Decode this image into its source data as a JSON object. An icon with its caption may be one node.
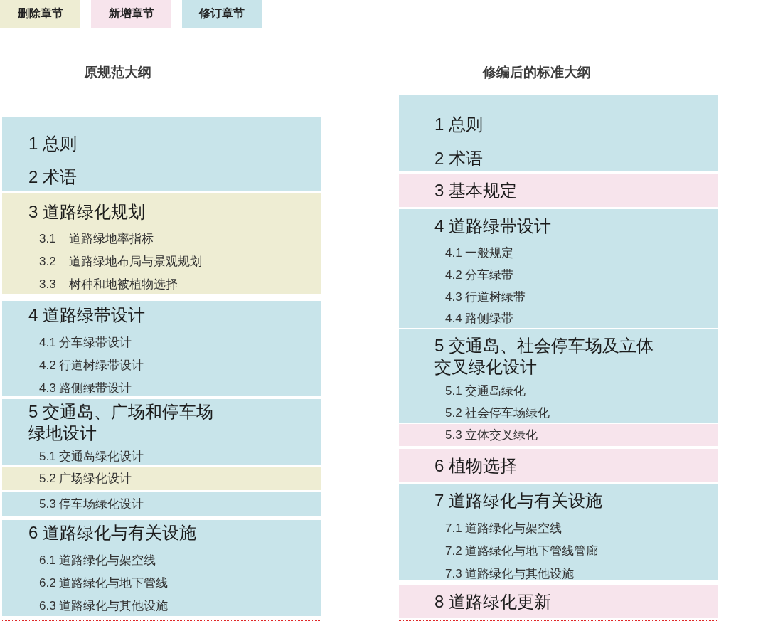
{
  "diagram": {
    "nodes": [
      {
        "text": [
          "原规范大纲"
        ]
      },
      {
        "text": [
          "1 总则"
        ],
        "in": 0
      },
      {
        "text": [
          "2 术语"
        ],
        "in": 0
      },
      {
        "text": [
          "3 道路绿化规划",
          "3.1 道路绿地率指标",
          "3.2 道路绿地布局与景观规划",
          "3.3 树种和地被植物选择"
        ],
        "in": 0
      },
      {
        "text": [
          "4 道路绿带设计",
          "4.1 分车绿带设计",
          "4.2 行道树绿带设计",
          "4.3 路侧绿带设计"
        ],
        "in": 0
      },
      {
        "text": [
          "5 交通岛、广场和停车场绿地设计",
          "5.1 交通岛绿化设计"
        ],
        "in": 0
      },
      {
        "text": [
          "5.2 广场绿化设计"
        ],
        "in": 0
      },
      {
        "text": [
          "5.3 停车场绿化设计"
        ],
        "in": 0
      },
      {
        "text": [
          "6 道路绿化与有关设施",
          "6.1 道路绿化与架空线",
          "6.2 道路绿化与地下管线",
          "6.3 道路绿化与其他设施"
        ],
        "in": 0
      },
      {
        "text": [
          "修编后的标准大纲"
        ]
      },
      {
        "text": [
          "1 总则",
          "2 术语"
        ],
        "in": 9
      },
      {
        "text": [
          "3 基本规定"
        ],
        "in": 9
      },
      {
        "text": [
          "4 道路绿带设计",
          "4.1 一般规定",
          "4.2 分车绿带",
          "4.3 行道树绿带",
          "4.4 路侧绿带"
        ],
        "in": 9
      },
      {
        "text": [
          "5 交通岛、社会停车场及立体交叉绿化设计",
          "5.1 交通岛绿化",
          "5.2 社会停车场绿化"
        ],
        "in": 9
      },
      {
        "text": [
          "5.3 立体交叉绿化"
        ],
        "in": 9
      },
      {
        "text": [
          "6 植物选择"
        ],
        "in": 9
      },
      {
        "text": [
          "7 道路绿化与有关设施",
          "7.1 道路绿化与架空线",
          "7.2 道路绿化与地下管线管廊",
          "7.3 道路绿化与其他设施"
        ],
        "in": 9
      },
      {
        "text": [
          "8 道路绿化更新"
        ],
        "in": 9
      }
    ],
    "legend": [
      {
        "text": "删除章节",
        "color": "#eeedd3"
      },
      {
        "text": "新增章节",
        "color": "#f7e4ec"
      },
      {
        "text": "修订章节",
        "color": "#c8e4ea"
      }
    ]
  }
}
